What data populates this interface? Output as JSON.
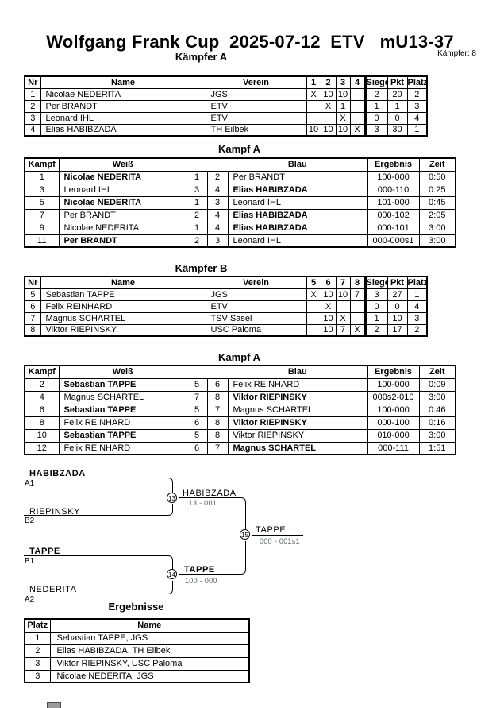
{
  "page": {
    "title": "Wolfgang Frank Cup  2025-07-12  ETV   mU13-37",
    "fighter_count": "Kämpfer: 8"
  },
  "pool_a": {
    "heading": "Kämpfer A",
    "columns": [
      "Nr",
      "Name",
      "Verein",
      "1",
      "2",
      "3",
      "4",
      "Siege",
      "Pkt",
      "Platz"
    ],
    "rows": [
      [
        "1",
        "Nicolae NEDERITA",
        "JGS",
        "X",
        "10",
        "10",
        "",
        "2",
        "20",
        "2"
      ],
      [
        "2",
        "Per BRANDT",
        "ETV",
        "",
        "X",
        "1",
        "",
        "1",
        "1",
        "3"
      ],
      [
        "3",
        "Leonard IHL",
        "ETV",
        "",
        "",
        "X",
        "",
        "0",
        "0",
        "4"
      ],
      [
        "4",
        "Elias HABIBZADA",
        "TH Eilbek",
        "10",
        "10",
        "10",
        "X",
        "3",
        "30",
        "1"
      ]
    ]
  },
  "fights_a": {
    "heading": "Kampf A",
    "columns": {
      "no": "Kampf",
      "white": "Weiß",
      "blue": "Blau",
      "result": "Ergebnis",
      "time": "Zeit"
    },
    "rows": [
      {
        "no": "1",
        "white": "Nicolae NEDERITA",
        "wnr": "1",
        "bnr": "2",
        "blue": "Per BRANDT",
        "winner": "white",
        "result": "100-000",
        "time": "0:50"
      },
      {
        "no": "3",
        "white": "Leonard IHL",
        "wnr": "3",
        "bnr": "4",
        "blue": "Elias HABIBZADA",
        "winner": "blue",
        "result": "000-110",
        "time": "0:25"
      },
      {
        "no": "5",
        "white": "Nicolae NEDERITA",
        "wnr": "1",
        "bnr": "3",
        "blue": "Leonard IHL",
        "winner": "white",
        "result": "101-000",
        "time": "0:45"
      },
      {
        "no": "7",
        "white": "Per BRANDT",
        "wnr": "2",
        "bnr": "4",
        "blue": "Elias HABIBZADA",
        "winner": "blue",
        "result": "000-102",
        "time": "2:05"
      },
      {
        "no": "9",
        "white": "Nicolae NEDERITA",
        "wnr": "1",
        "bnr": "4",
        "blue": "Elias HABIBZADA",
        "winner": "blue",
        "result": "000-101",
        "time": "3:00"
      },
      {
        "no": "11",
        "white": "Per BRANDT",
        "wnr": "2",
        "bnr": "3",
        "blue": "Leonard IHL",
        "winner": "white",
        "result": "000-000s1",
        "time": "3:00"
      }
    ]
  },
  "pool_b": {
    "heading": "Kämpfer B",
    "columns": [
      "Nr",
      "Name",
      "Verein",
      "5",
      "6",
      "7",
      "8",
      "Siege",
      "Pkt",
      "Platz"
    ],
    "rows": [
      [
        "5",
        "Sebastian TAPPE",
        "JGS",
        "X",
        "10",
        "10",
        "7",
        "3",
        "27",
        "1"
      ],
      [
        "6",
        "Felix REINHARD",
        "ETV",
        "",
        "X",
        "",
        "",
        "0",
        "0",
        "4"
      ],
      [
        "7",
        "Magnus SCHARTEL",
        "TSV Sasel",
        "",
        "10",
        "X",
        "",
        "1",
        "10",
        "3"
      ],
      [
        "8",
        "Viktor RIEPINSKY",
        "USC Paloma",
        "",
        "10",
        "7",
        "X",
        "2",
        "17",
        "2"
      ]
    ]
  },
  "fights_b": {
    "heading": "Kampf A",
    "columns": {
      "no": "Kampf",
      "white": "Weiß",
      "blue": "Blau",
      "result": "Ergebnis",
      "time": "Zeit"
    },
    "rows": [
      {
        "no": "2",
        "white": "Sebastian TAPPE",
        "wnr": "5",
        "bnr": "6",
        "blue": "Felix REINHARD",
        "winner": "white",
        "result": "100-000",
        "time": "0:09"
      },
      {
        "no": "4",
        "white": "Magnus SCHARTEL",
        "wnr": "7",
        "bnr": "8",
        "blue": "Viktor RIEPINSKY",
        "winner": "blue",
        "result": "000s2-010",
        "time": "3:00"
      },
      {
        "no": "6",
        "white": "Sebastian TAPPE",
        "wnr": "5",
        "bnr": "7",
        "blue": "Magnus SCHARTEL",
        "winner": "white",
        "result": "100-000",
        "time": "0:46"
      },
      {
        "no": "8",
        "white": "Felix REINHARD",
        "wnr": "6",
        "bnr": "8",
        "blue": "Viktor RIEPINSKY",
        "winner": "blue",
        "result": "000-100",
        "time": "0:16"
      },
      {
        "no": "10",
        "white": "Sebastian TAPPE",
        "wnr": "5",
        "bnr": "8",
        "blue": "Viktor RIEPINSKY",
        "winner": "white",
        "result": "010-000",
        "time": "3:00"
      },
      {
        "no": "12",
        "white": "Felix REINHARD",
        "wnr": "6",
        "bnr": "7",
        "blue": "Magnus SCHARTEL",
        "winner": "blue",
        "result": "000-111",
        "time": "1:51"
      }
    ]
  },
  "bracket": {
    "semi1": {
      "top_name": "HABIBZADA",
      "top_seed": "A1",
      "bottom_name": "RIEPINSKY",
      "bottom_seed": "B2",
      "match_no": "13",
      "winner": "HABIBZADA",
      "score": "113 - 001"
    },
    "semi2": {
      "top_name": "TAPPE",
      "top_seed": "B1",
      "bottom_name": "NEDERITA",
      "bottom_seed": "A2",
      "match_no": "14",
      "winner": "TAPPE",
      "score": "100 - 000"
    },
    "final": {
      "match_no": "15",
      "winner": "TAPPE",
      "score": "000 - 001s1"
    }
  },
  "results": {
    "heading": "Ergebnisse",
    "columns": [
      "Platz",
      "Name"
    ],
    "rows": [
      [
        "1",
        "Sebastian TAPPE, JGS"
      ],
      [
        "2",
        "Elias HABIBZADA, TH Eilbek"
      ],
      [
        "3",
        "Viktor RIEPINSKY, USC Paloma"
      ],
      [
        "3",
        "Nicolae NEDERITA, JGS"
      ]
    ]
  }
}
